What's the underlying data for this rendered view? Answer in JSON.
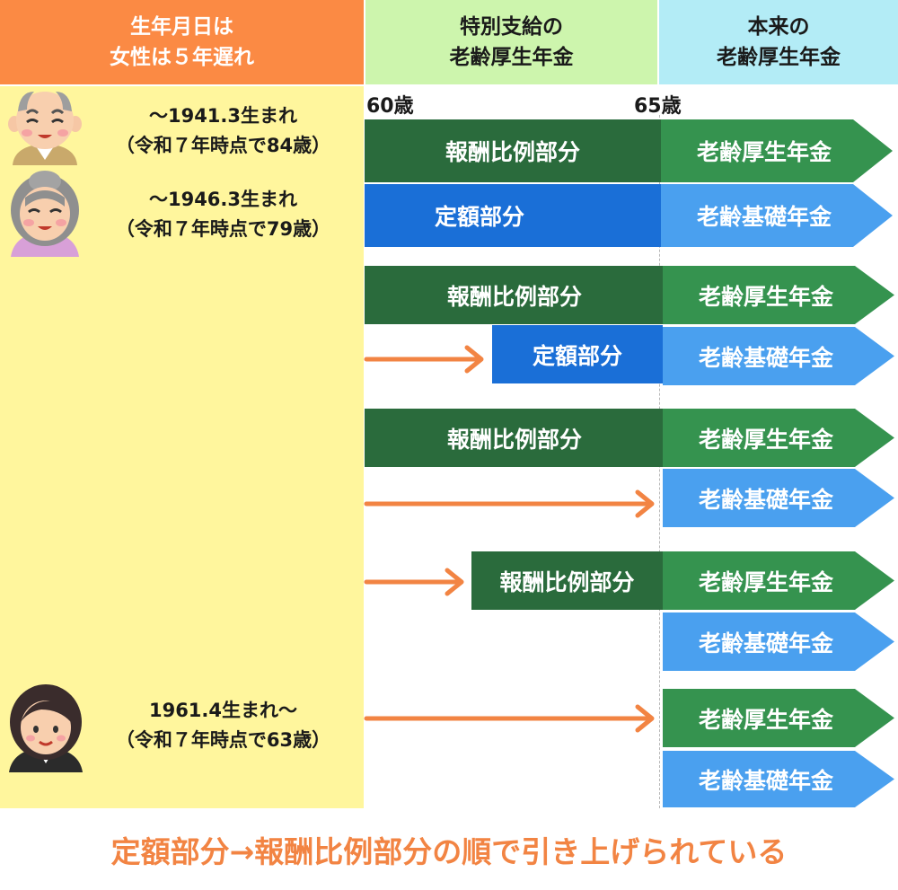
{
  "header": {
    "left": [
      "生年月日は",
      "女性は５年遅れ"
    ],
    "middle": [
      "特別支給の",
      "老齢厚生年金"
    ],
    "right": [
      "本来の",
      "老齢厚生年金"
    ]
  },
  "ages": {
    "start": "60歳",
    "end": "65歳"
  },
  "birth_groups": [
    {
      "line1": "～1941.3生まれ",
      "line2": "（令和７年時点で84歳）"
    },
    {
      "line1": "～1946.3生まれ",
      "line2": "（令和７年時点で79歳）"
    },
    {
      "line1": "1961.4生まれ～",
      "line2": "（令和７年時点で63歳）"
    }
  ],
  "labels": {
    "hourei": "報酬比例部分",
    "teigaku": "定額部分",
    "kosei": "老齢厚生年金",
    "kiso": "老齢基礎年金"
  },
  "colors": {
    "header_left": "#fb8a44",
    "header_middle": "#cdf5ad",
    "header_right": "#b3ecf6",
    "left_column": "#fff69d",
    "hourei_bar": "#2a6b3c",
    "teigaku_bar": "#1a6fd7",
    "kosei_arrow": "#35934f",
    "kiso_arrow": "#4aa0ef",
    "accent": "#f28443"
  },
  "footer": "定額部分→報酬比例部分の順で引き上げられている"
}
